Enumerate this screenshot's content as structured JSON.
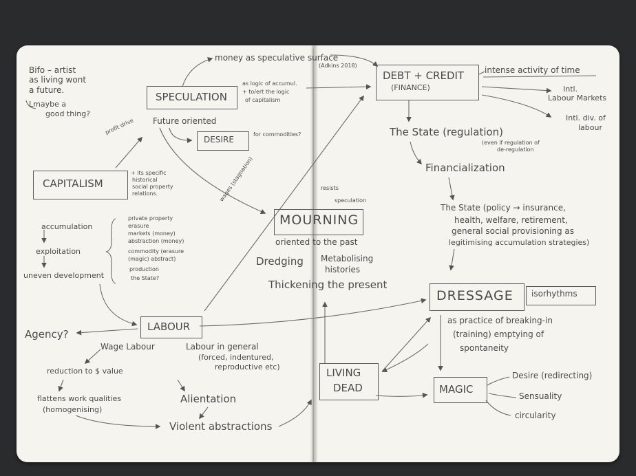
{
  "colors": {
    "background": "#2a2b2d",
    "paper": "#f5f4ee",
    "pencil": "#4a4a4a"
  },
  "nodes": {
    "bifo": "Bifo – artist",
    "living_wont": "as living wont",
    "a_future": "a future.",
    "maybe": "Lmaybe a",
    "good_thing": "good thing?",
    "money_surface": "money as speculative surface",
    "adkins": "(Adkins 2018)",
    "speculation": "SPECULATION",
    "logic_1": "as logic of accumul.",
    "logic_2": "+ to/ert the logic",
    "logic_3": "of capitalism",
    "debt_credit": "DEBT + CREDIT",
    "finance": "(FINANCE)",
    "intense": "intense activity of time",
    "intl_markets_1": "Intl.",
    "intl_markets_2": "Labour Markets",
    "intl_div_1": "Intl. div. of",
    "intl_div_2": "labour",
    "future_oriented": "Future oriented",
    "profit_drive": "profit drive",
    "desire_box": "DESIRE",
    "for_commodities": "for commodities?",
    "state_regulation": "The State (regulation)",
    "even_if_1": "(even if regulation of",
    "even_if_2": "de-regulation",
    "financialization": "Financialization",
    "capitalism": "CAPITALISM",
    "specific_1": "+ its specific",
    "specific_2": "historical",
    "specific_3": "social property",
    "specific_4": "relations.",
    "wages": "wages (stagnation)",
    "resists_1": "resists",
    "resists_2": "speculation",
    "state_policy": "The State (policy → insurance,",
    "health": "health, welfare, retirement,",
    "general_social": "general social provisioning as",
    "legitimising": "legitimising accumulation strategies)",
    "accumulation": "accumulation",
    "exploitation": "exploitation",
    "uneven": "uneven development",
    "private_property": "private property",
    "erasure": "erasure",
    "markets": "markets (money)",
    "abstraction": "abstraction (money)",
    "commodity": "commodity (erasure",
    "magic_paren": "(magic)    abstract)",
    "production": "production",
    "the_state_q": "the State?",
    "mourning": "MOURNING",
    "oriented_past": "oriented to the past",
    "dredging": "Dredging",
    "metabolising": "Metabolising",
    "histories": "histories",
    "thickening": "Thickening the present",
    "dressage": "DRESSAGE",
    "isorhythms": "isorhythms",
    "agency": "Agency?",
    "labour": "LABOUR",
    "practice_1": "as practice of breaking-in",
    "practice_2": "(training) emptying of",
    "practice_3": "spontaneity",
    "wage_labour": "Wage Labour",
    "labour_general": "Labour in general",
    "forced": "(forced, indentured,",
    "reproductive": "reproductive etc)",
    "reduction": "reduction to $ value",
    "living_dead_1": "LIVING",
    "living_dead_2": "DEAD",
    "magic": "MAGIC",
    "desire_redirect": "Desire (redirecting)",
    "sensuality": "Sensuality",
    "circularity": "circularity",
    "alientation": "Alientation",
    "flattens": "flattens work qualities",
    "homogenising": "(homogenising)",
    "violent": "Violent abstractions"
  }
}
